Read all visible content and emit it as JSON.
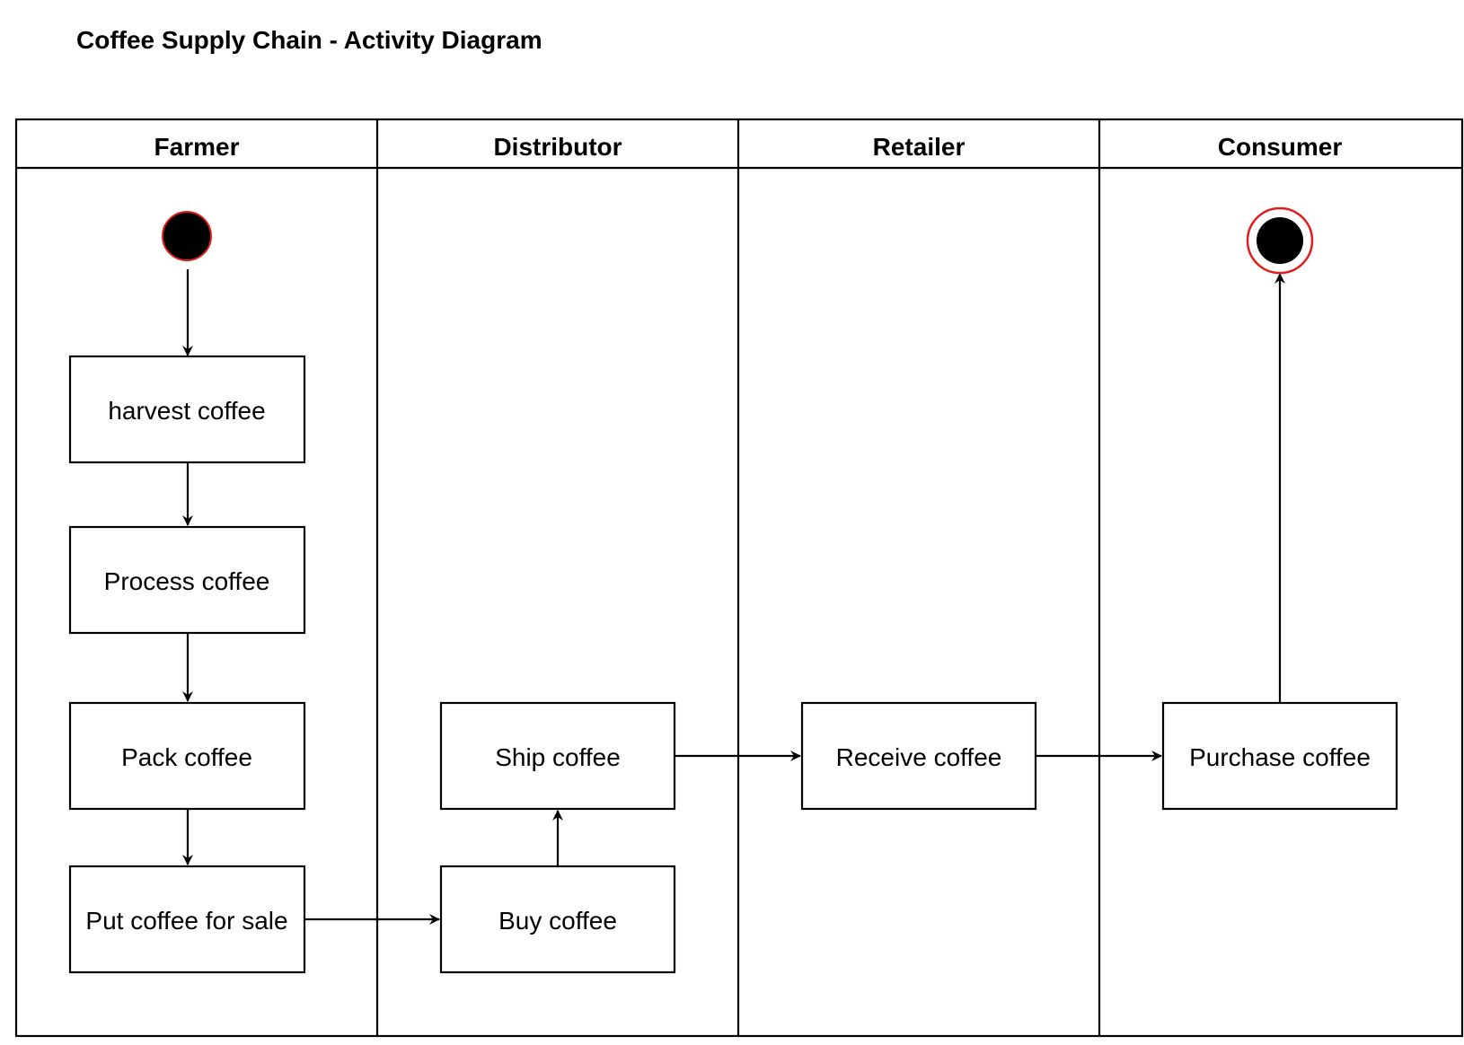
{
  "title": "Coffee Supply Chain - Activity Diagram",
  "colors": {
    "stroke": "#000000",
    "node_fill": "#000000",
    "node_outline": "#e11d1d",
    "background": "#ffffff"
  },
  "lanes": [
    {
      "id": "farmer",
      "title": "Farmer"
    },
    {
      "id": "distributor",
      "title": "Distributor"
    },
    {
      "id": "retailer",
      "title": "Retailer"
    },
    {
      "id": "consumer",
      "title": "Consumer"
    }
  ],
  "actions": [
    {
      "id": "harvest",
      "lane": "farmer",
      "label": "harvest coffee"
    },
    {
      "id": "process",
      "lane": "farmer",
      "label": "Process coffee"
    },
    {
      "id": "pack",
      "lane": "farmer",
      "label": "Pack coffee"
    },
    {
      "id": "sale",
      "lane": "farmer",
      "label": "Put coffee for sale"
    },
    {
      "id": "buy",
      "lane": "distributor",
      "label": "Buy coffee"
    },
    {
      "id": "ship",
      "lane": "distributor",
      "label": "Ship coffee"
    },
    {
      "id": "receive",
      "lane": "retailer",
      "label": "Receive coffee"
    },
    {
      "id": "purchase",
      "lane": "consumer",
      "label": "Purchase coffee"
    }
  ],
  "nodes": [
    {
      "id": "start",
      "kind": "initial",
      "lane": "farmer"
    },
    {
      "id": "end",
      "kind": "final",
      "lane": "consumer"
    }
  ],
  "flows": [
    {
      "from": "start",
      "to": "harvest"
    },
    {
      "from": "harvest",
      "to": "process"
    },
    {
      "from": "process",
      "to": "pack"
    },
    {
      "from": "pack",
      "to": "sale"
    },
    {
      "from": "sale",
      "to": "buy"
    },
    {
      "from": "buy",
      "to": "ship"
    },
    {
      "from": "ship",
      "to": "receive"
    },
    {
      "from": "receive",
      "to": "purchase"
    },
    {
      "from": "purchase",
      "to": "end"
    }
  ]
}
